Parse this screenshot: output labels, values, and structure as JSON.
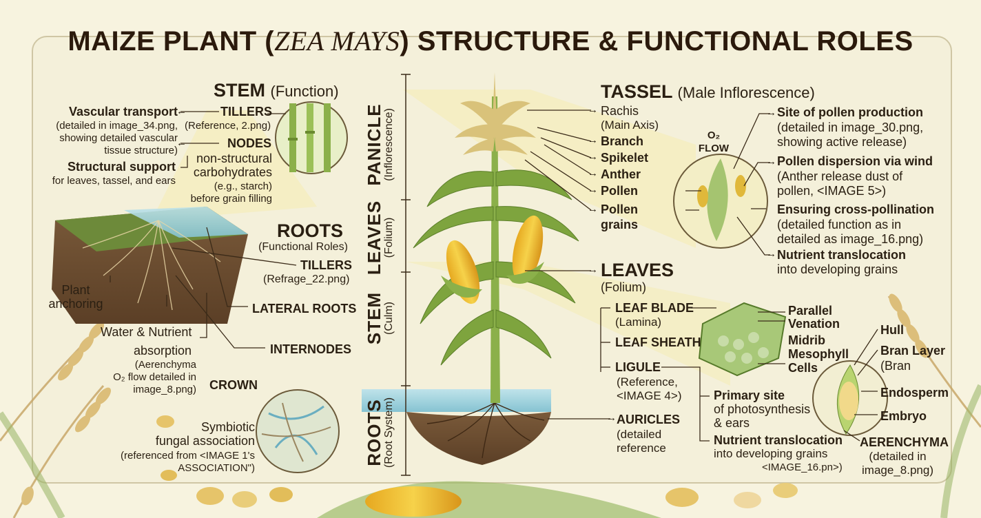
{
  "title": {
    "part1": "MAIZE PLANT (",
    "italic": "ZEA MAYS",
    "part2": ") STRUCTURE & FUNCTIONAL ROLES"
  },
  "stem": {
    "heading": "STEM",
    "heading_sub": "(Function)",
    "vascular_transport": "Vascular transport",
    "vascular_detail_1": "(detailed in image_34.png,",
    "vascular_detail_2": "showing detailed vascular",
    "vascular_detail_3": "tissue structure)",
    "tillers": "TILLERS",
    "tillers_ref": "(Reference, 2.png)",
    "nodes": "NODES",
    "nsc_1": "non-structural",
    "nsc_2": "carbohydrates",
    "nsc_3": "(e.g., starch)",
    "nsc_4": "before grain filling",
    "structural_support": "Structural support",
    "structural_detail": "for leaves, tassel, and ears"
  },
  "roots": {
    "heading": "ROOTS",
    "heading_sub": "(Functional Roles)",
    "tillers": "TILLERS",
    "tillers_ref": "(Refrage_22.png)",
    "plant_anchoring_1": "Plant",
    "plant_anchoring_2": "anchoring",
    "lateral_roots": "LATERAL ROOTS",
    "water_1": "Water & Nutrient",
    "water_2": "absorption",
    "water_3": "(Aerenchyma",
    "water_4": "O₂ flow detailed in",
    "water_5": "image_8.png)",
    "internodes": "INTERNODES",
    "crown": "CROWN",
    "symbiotic_1": "Symbiotic",
    "symbiotic_2": "fungal association",
    "symbiotic_3": "(referenced from <IMAGE 1's",
    "symbiotic_4": "ASSOCIATION\")"
  },
  "side_labels": [
    {
      "big": "PANICLE",
      "small": "(Inflorescence)"
    },
    {
      "big": "LEAVES",
      "small": "(Folium)"
    },
    {
      "big": "STEM",
      "small": "(Culm)"
    },
    {
      "big": "ROOTS",
      "small": "(Root System)"
    }
  ],
  "tassel_parts": [
    "Rachis",
    "(Main Axis)",
    "Branch",
    "Spikelet",
    "Anther",
    "Pollen",
    "Pollen",
    "grains"
  ],
  "tassel": {
    "heading": "TASSEL",
    "heading_sub": "(Male Inflorescence)",
    "o2": "O₂",
    "flow": "FLOW",
    "f1_1": "Site of pollen production",
    "f1_2": "(detailed in image_30.png,",
    "f1_3": "showing active release)",
    "f2_1": "Pollen dispersion via wind",
    "f2_2": "(Anther release dust of",
    "f2_3": "pollen, <IMAGE 5>)",
    "f3_1": "Ensuring cross-pollination",
    "f3_2": "(detailed function as in",
    "f3_3": "detailed as image_16.png)",
    "f4_1": "Nutrient translocation",
    "f4_2": "into developing grains"
  },
  "leaves": {
    "heading": "LEAVES",
    "heading_sub": "(Folium)",
    "leaf_blade": "LEAF BLADE",
    "lamina": "(Lamina)",
    "leaf_sheath": "LEAF SHEATH",
    "ligule": "LIGULE",
    "ligule_ref_1": "(Reference,",
    "ligule_ref_2": "<IMAGE 4>)",
    "auricles": "AURICLES",
    "auricles_1": "(detailed",
    "auricles_2": "reference",
    "parallel": "Parallel",
    "venation": "Venation",
    "midrib": "Midrib",
    "mesophyll": "Mesophyll",
    "cells": "Cells",
    "primary_1": "Primary site",
    "primary_2": "of photosynthesis",
    "primary_3": "& ears",
    "nt_1": "Nutrient translocation",
    "nt_2": "into developing grains",
    "nt_3": "<IMAGE_16.pn>)"
  },
  "grain": {
    "hull": "Hull",
    "bran_layer": "Bran Layer",
    "bran": "(Bran",
    "endosperm": "Endosperm",
    "embryo": "Embryo",
    "aerenchyma": "AERENCHYMA",
    "aer_1": "(detailed in",
    "aer_2": "image_8.png)"
  }
}
